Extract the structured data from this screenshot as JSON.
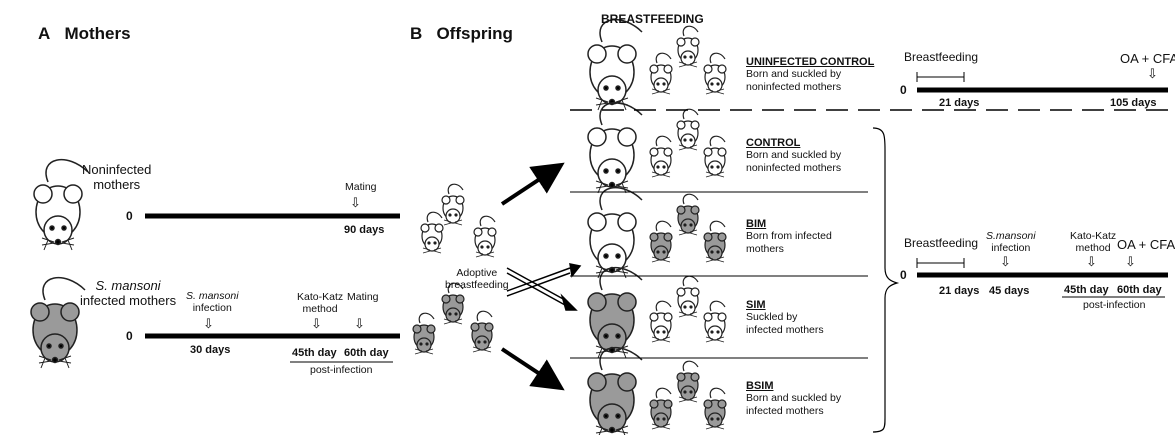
{
  "sectionA": {
    "letter": "A",
    "title": "Mothers"
  },
  "sectionB": {
    "letter": "B",
    "title": "Offspring"
  },
  "breastfeeding_header": "BREASTFEEDING",
  "mothers": {
    "noninfected_label": "Noninfected\nmothers",
    "infected_label_italic": "S. mansoni",
    "infected_label_rest": "infected mothers",
    "timeline1": {
      "zero": "0",
      "event": "Mating",
      "day": "90 days"
    },
    "timeline2": {
      "zero": "0",
      "infection_italic": "S. mansoni",
      "infection_rest": "infection",
      "infection_day": "30 days",
      "katokatz": "Kato-Katz\nmethod",
      "katokatz_day": "45th day",
      "mating": "Mating",
      "mating_day": "60th day",
      "post": "post-infection"
    }
  },
  "adoptive_label": "Adoptive\nbreastfeeding",
  "groups": [
    {
      "title": "UNINFECTED CONTROL",
      "desc": "Born and suckled by noninfected mothers"
    },
    {
      "title": "CONTROL",
      "desc": "Born and suckled by noninfected mothers"
    },
    {
      "title": "BIM",
      "desc": "Born from infected mothers"
    },
    {
      "title": "SIM",
      "desc": "Suckled by infected mothers"
    },
    {
      "title": "BSIM",
      "desc": "Born and suckled by infected mothers"
    }
  ],
  "timeline_top": {
    "breastfeeding": "Breastfeeding",
    "zero": "0",
    "bf_day": "21 days",
    "oa": "OA + CFA",
    "oa_day": "105 days"
  },
  "timeline_right": {
    "breastfeeding": "Breastfeeding",
    "zero": "0",
    "bf_day": "21 days",
    "infection_italic": "S.mansoni",
    "infection_rest": "infection",
    "infection_day": "45 days",
    "katokatz": "Kato-Katz\nmethod",
    "katokatz_day": "45th day",
    "oa": "OA + CFA",
    "oa_day": "60th day",
    "post": "post-infection"
  },
  "colors": {
    "uninfected": "#ffffff",
    "infected": "#9a9a9a",
    "line": "#000000"
  }
}
